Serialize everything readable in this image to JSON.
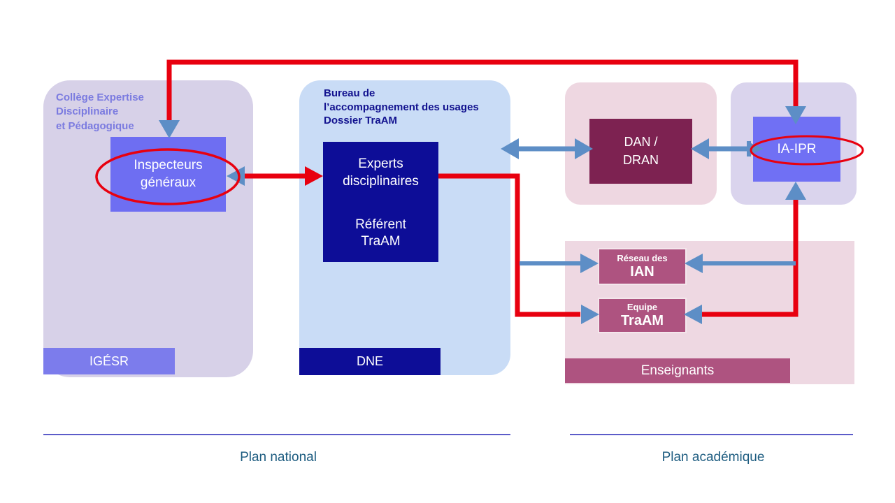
{
  "diagram": {
    "national": {
      "college": {
        "title": "Collège Expertise\nDisciplinaire\net Pédagogique",
        "box": "Inspecteurs\ngénéraux",
        "footer": "IGÉSR"
      },
      "bureau": {
        "title": "Bureau de\nl’accompagnement des usages\nDossier TraAM",
        "box_top": "Experts\ndisciplinaires",
        "box_bottom": "Référent\nTraAM",
        "footer": "DNE"
      },
      "label": "Plan national"
    },
    "academic": {
      "dan_box": "DAN /\nDRAN",
      "iaipr_box": "IA-IPR",
      "ian": {
        "subtitle": "Réseau des",
        "title": "IAN"
      },
      "traam": {
        "subtitle": "Equipe",
        "title": "TraAM"
      },
      "enseignants": "Enseignants",
      "label": "Plan académique"
    },
    "colors": {
      "link_red": "#e8000f",
      "arrow_blue": "#5d8ec6",
      "periwinkle_box": "#6e6ef2",
      "navy_box": "#0d0d97",
      "maroon_box": "#7d2251",
      "mauve_box": "#ae5380",
      "label_teal": "#1d5c80"
    }
  }
}
